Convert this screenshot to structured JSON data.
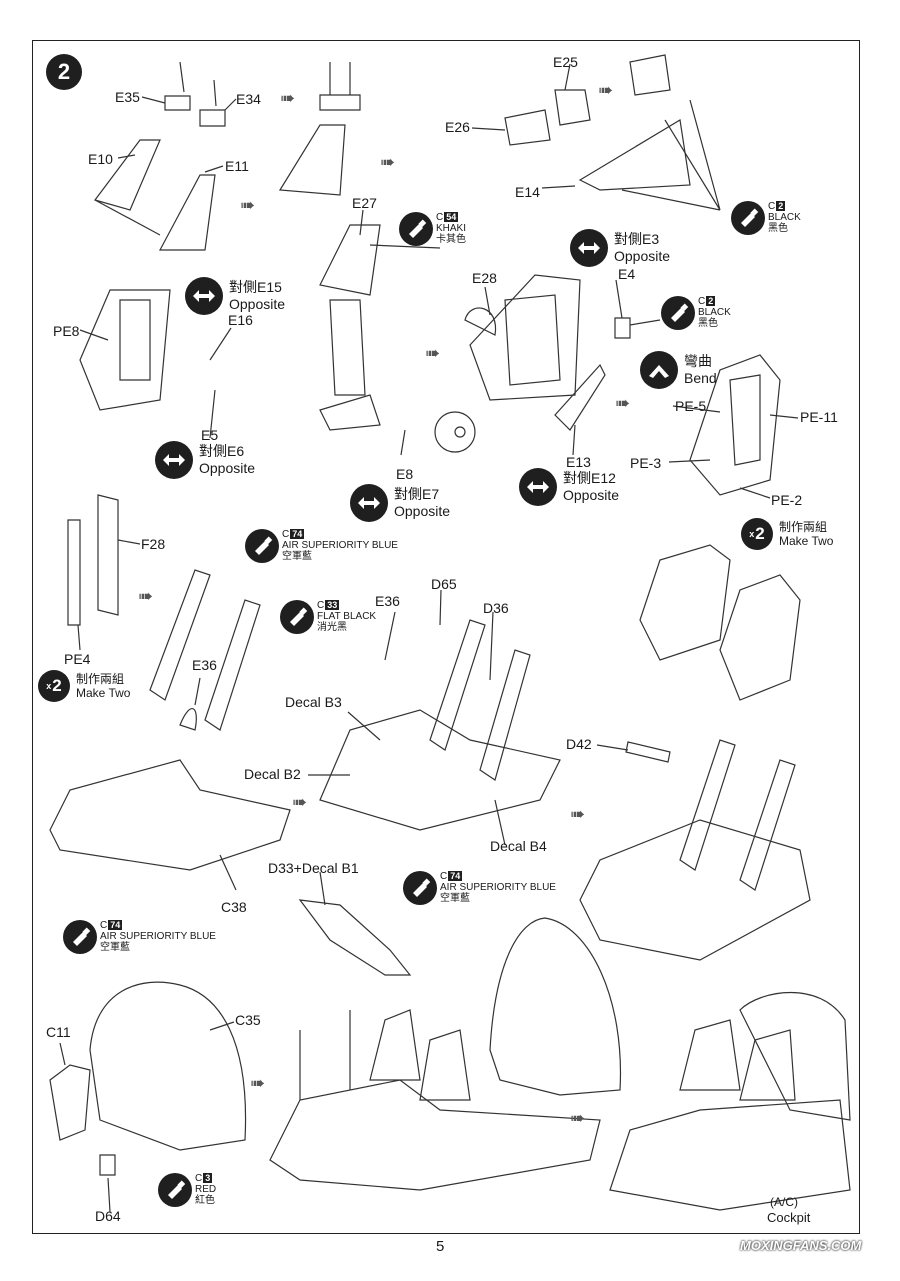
{
  "step_number": "2",
  "page_number": "5",
  "watermark": "MOXINGFANS.COM",
  "partial_caption": "Cockpit",
  "partial_caption_prefix": "(A/C)",
  "part_labels": {
    "e35": "E35",
    "e34": "E34",
    "e10": "E10",
    "e11": "E11",
    "e25": "E25",
    "e26": "E26",
    "e14": "E14",
    "e27": "E27",
    "e28": "E28",
    "e4": "E4",
    "pe8": "PE8",
    "e16": "E16",
    "e5": "E5",
    "e8": "E8",
    "e13": "E13",
    "pe5": "PE-5",
    "pe11": "PE-11",
    "pe3": "PE-3",
    "pe2": "PE-2",
    "f28": "F28",
    "pe4": "PE4",
    "e36a": "E36",
    "e36b": "E36",
    "d65": "D65",
    "d36": "D36",
    "decal_b3": "Decal B3",
    "decal_b2": "Decal B2",
    "decal_b4": "Decal B4",
    "d42": "D42",
    "c38": "C38",
    "d33_b1": "D33+Decal B1",
    "c35": "C35",
    "c11": "C11",
    "d64": "D64"
  },
  "paints": {
    "c54": {
      "code": "54",
      "en": "KHAKI",
      "zh": "卡其色"
    },
    "c2a": {
      "code": "2",
      "en": "BLACK",
      "zh": "黑色"
    },
    "c2b": {
      "code": "2",
      "en": "BLACK",
      "zh": "黑色"
    },
    "c74a": {
      "code": "74",
      "en": "AIR SUPERIORITY BLUE",
      "zh": "空軍藍"
    },
    "c33": {
      "code": "33",
      "en": "FLAT BLACK",
      "zh": "消光黑"
    },
    "c74b": {
      "code": "74",
      "en": "AIR SUPERIORITY BLUE",
      "zh": "空軍藍"
    },
    "c74c": {
      "code": "74",
      "en": "AIR SUPERIORITY BLUE",
      "zh": "空軍藍"
    },
    "c3": {
      "code": "3",
      "en": "RED",
      "zh": "紅色"
    }
  },
  "opposites": {
    "e3": {
      "zh": "對側E3",
      "en": "Opposite"
    },
    "e15": {
      "zh": "對側E15",
      "en": "Opposite"
    },
    "e6": {
      "zh": "對側E6",
      "en": "Opposite"
    },
    "e7": {
      "zh": "對側E7",
      "en": "Opposite"
    },
    "e12": {
      "zh": "對側E12",
      "en": "Opposite"
    }
  },
  "bend": {
    "zh": "彎曲",
    "en": "Bend"
  },
  "make_two_a": {
    "count": "2",
    "zh": "制作兩組",
    "en": "Make Two"
  },
  "make_two_b": {
    "count": "2",
    "zh": "制作兩組",
    "en": "Make Two"
  }
}
